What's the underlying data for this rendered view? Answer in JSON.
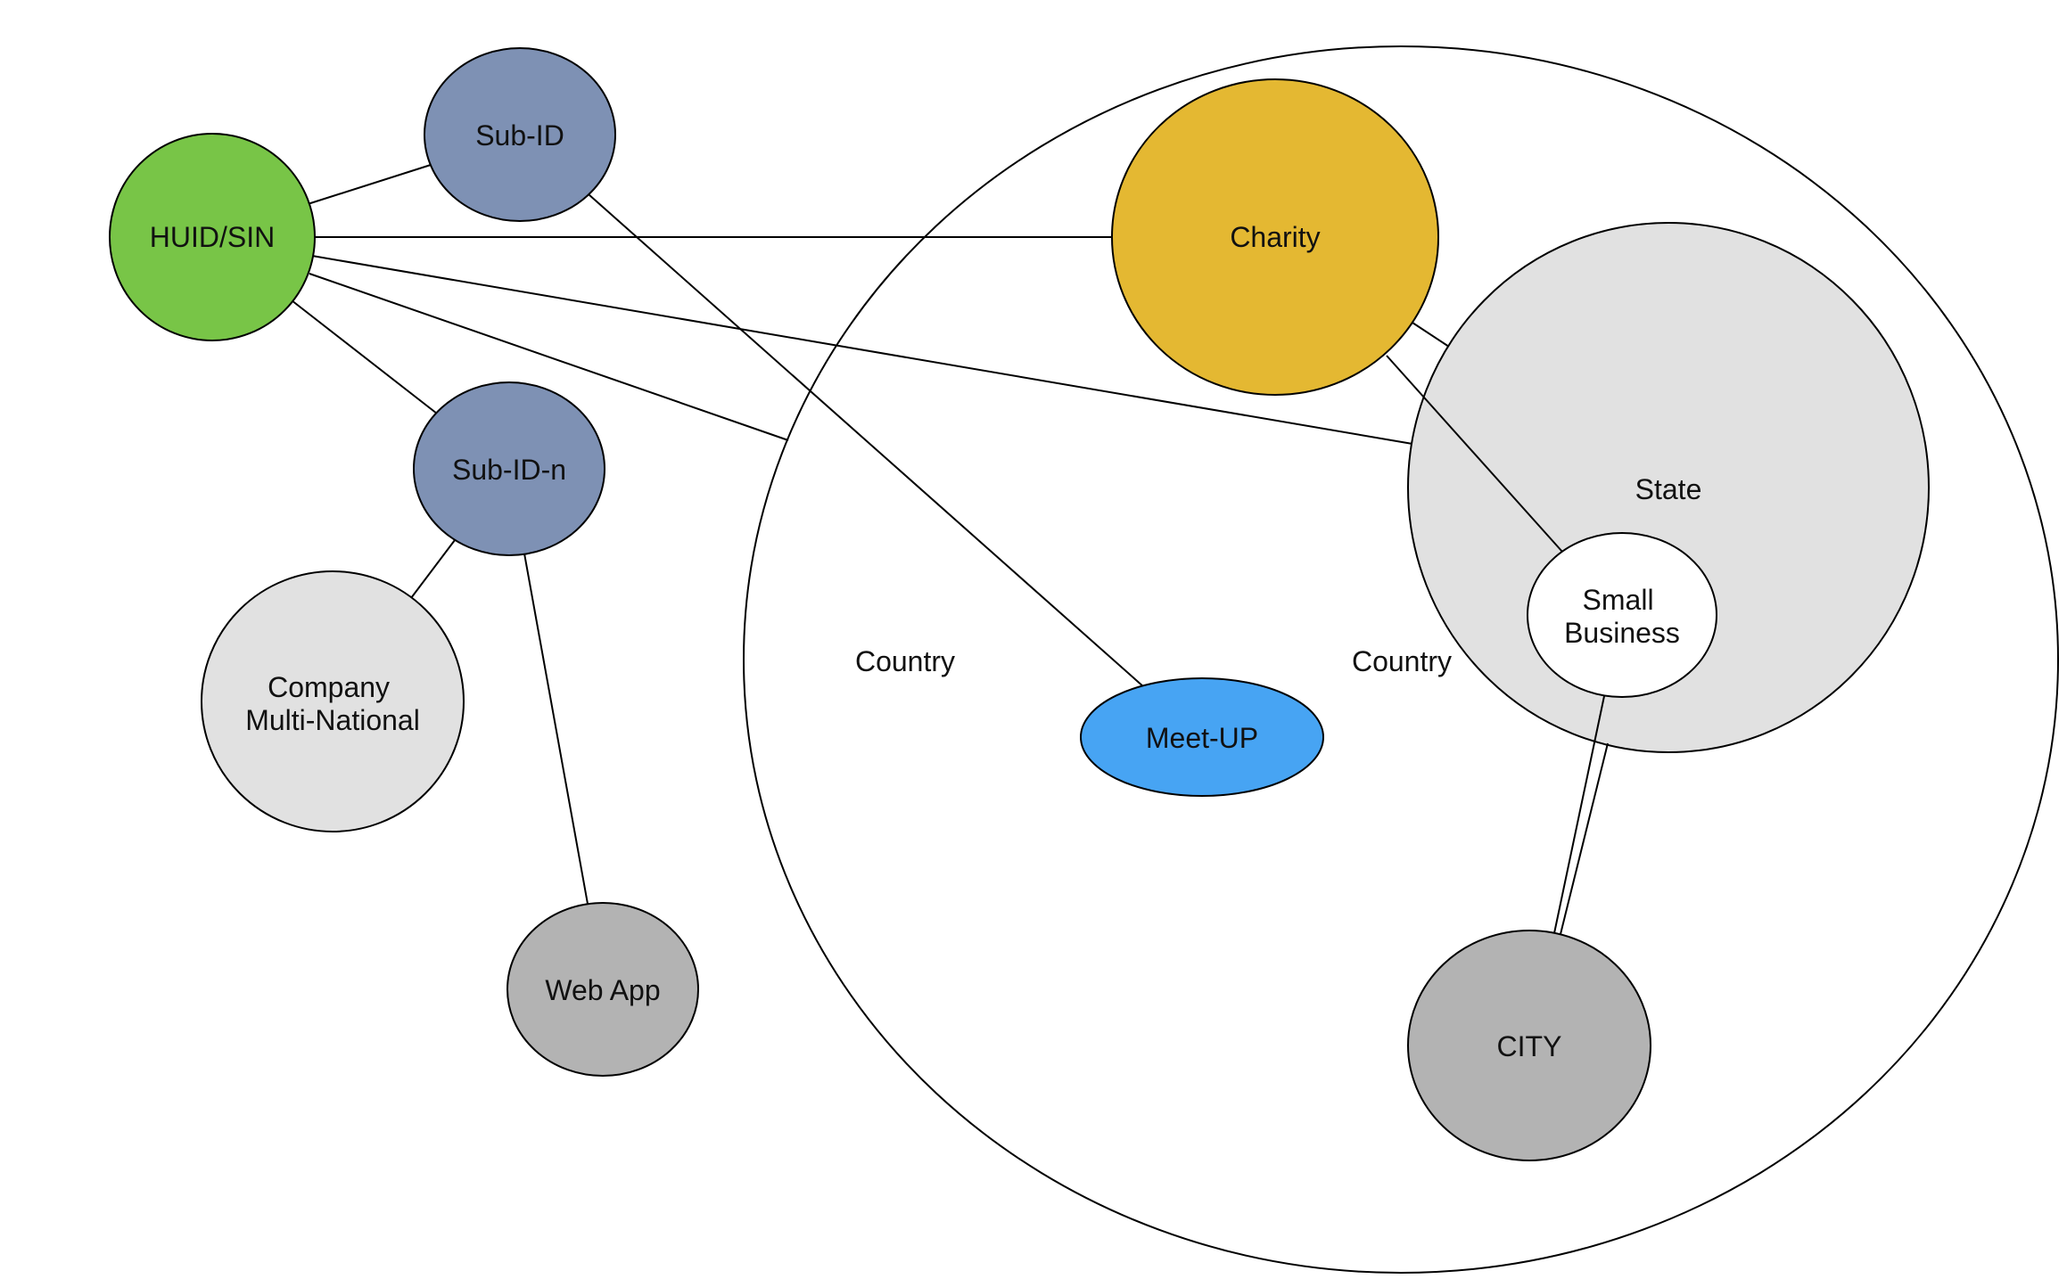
{
  "diagram": {
    "regions": {
      "country": {
        "labels": [
          "Country",
          "Country"
        ],
        "color": "#ffffff"
      },
      "state": {
        "label": "State",
        "color": "#e1e1e1"
      }
    },
    "nodes": {
      "huid": {
        "label": "HUID/SIN",
        "color": "#78c547"
      },
      "sub_id": {
        "label": "Sub-ID",
        "color": "#7e91b4"
      },
      "sub_id_n": {
        "label": "Sub-ID-n",
        "color": "#7e91b4"
      },
      "company": {
        "lines": [
          "Company",
          "Multi-National"
        ],
        "color": "#e1e1e1"
      },
      "web_app": {
        "label": "Web App",
        "color": "#b3b3b3"
      },
      "charity": {
        "label": "Charity",
        "color": "#e4b832"
      },
      "meet_up": {
        "label": "Meet-UP",
        "color": "#47a4f3"
      },
      "small_business": {
        "lines": [
          "Small",
          "Business"
        ],
        "color": "#ffffff"
      },
      "city": {
        "label": "CITY",
        "color": "#b3b3b3"
      }
    }
  }
}
